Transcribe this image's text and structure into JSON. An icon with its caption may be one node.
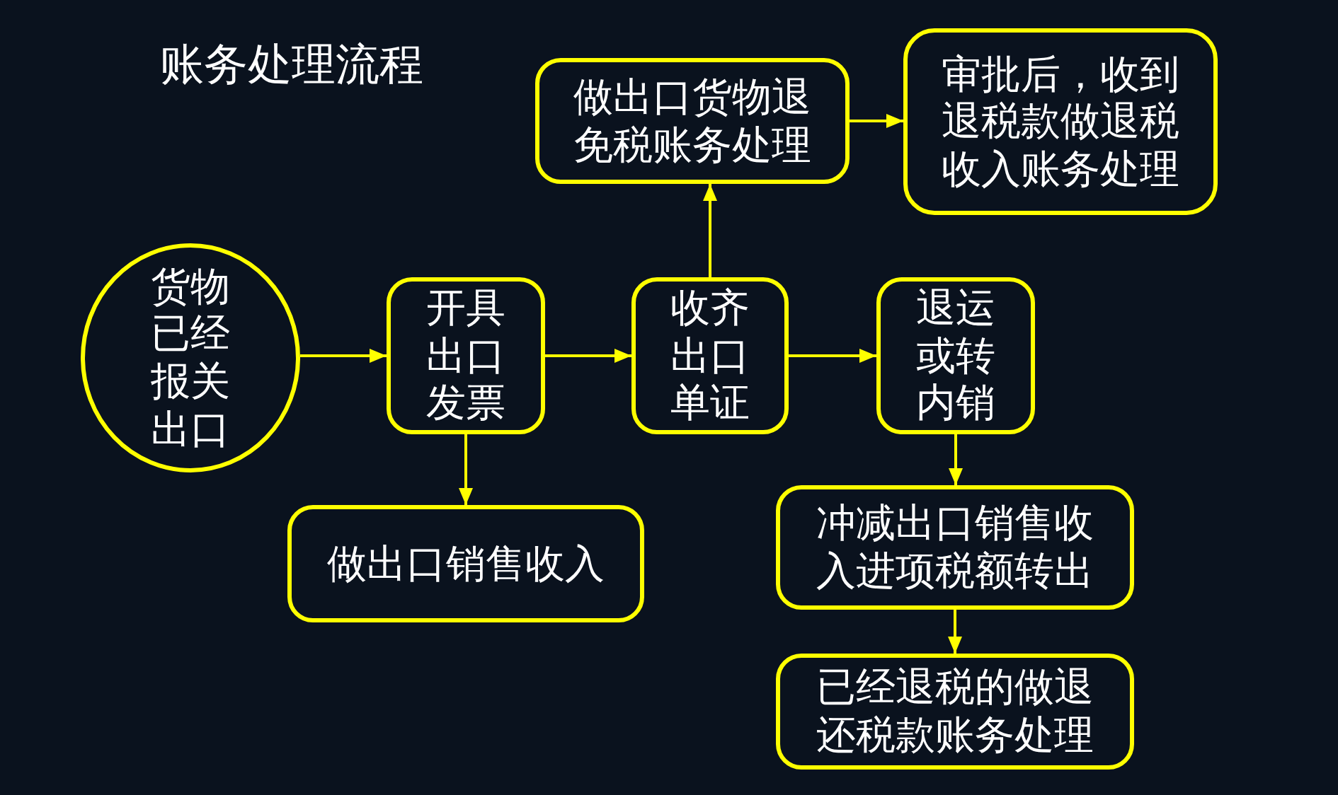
{
  "diagram": {
    "title": "账务处理流程",
    "nodes": [
      {
        "text": [
          "货物已经报关出口"
        ]
      },
      {
        "text": [
          "开具出口发票"
        ]
      },
      {
        "text": [
          "收齐出口单证"
        ]
      },
      {
        "text": [
          "退运或转内销"
        ]
      },
      {
        "text": [
          "做出口货物退免税账务处理"
        ]
      },
      {
        "text": [
          "审批后，收到退税款做退税收入账务处理"
        ]
      },
      {
        "text": [
          "做出口销售收入"
        ]
      },
      {
        "text": [
          "冲减出口销售收入进项税额转出"
        ]
      },
      {
        "text": [
          "已经退税的做退还税款账务处理"
        ]
      }
    ],
    "edges": [
      {
        "from": 0,
        "to": 1,
        "arrow": "to"
      },
      {
        "from": 1,
        "to": 2,
        "arrow": "to"
      },
      {
        "from": 2,
        "to": 3,
        "arrow": "to"
      },
      {
        "from": 2,
        "to": 4,
        "arrow": "to"
      },
      {
        "from": 4,
        "to": 5,
        "arrow": "to"
      },
      {
        "from": 1,
        "to": 6,
        "arrow": "to"
      },
      {
        "from": 3,
        "to": 7,
        "arrow": "to"
      },
      {
        "from": 7,
        "to": 8,
        "arrow": "to"
      }
    ]
  }
}
